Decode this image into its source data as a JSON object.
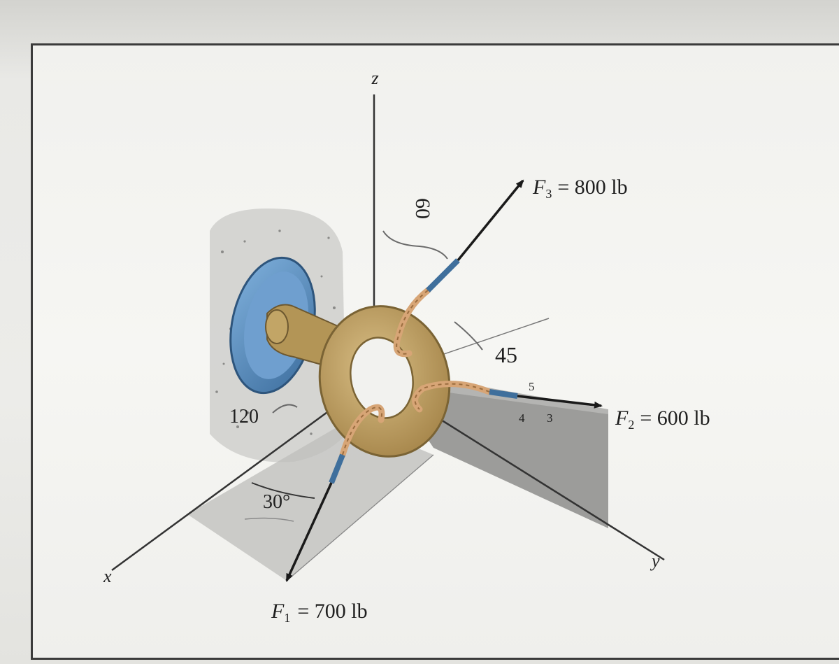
{
  "axes": {
    "x": "x",
    "y": "y",
    "z": "z"
  },
  "forces": {
    "f1": {
      "symbol": "F",
      "sub": "1",
      "value": "= 700 lb"
    },
    "f2": {
      "symbol": "F",
      "sub": "2",
      "value": "= 600 lb"
    },
    "f3": {
      "symbol": "F",
      "sub": "3",
      "value": "= 800 lb"
    }
  },
  "angles": {
    "f1_angle": "30°"
  },
  "slope": {
    "rise": "5",
    "run": "4",
    "hyp": "3"
  },
  "handwritten": {
    "angle_60": "60",
    "angle_45": "45",
    "angle_120": "120"
  },
  "colors": {
    "ring": "#c4a46a",
    "plate": "#5b8fc4",
    "shade": "#9c9c9a",
    "rope": "#d7a576"
  }
}
